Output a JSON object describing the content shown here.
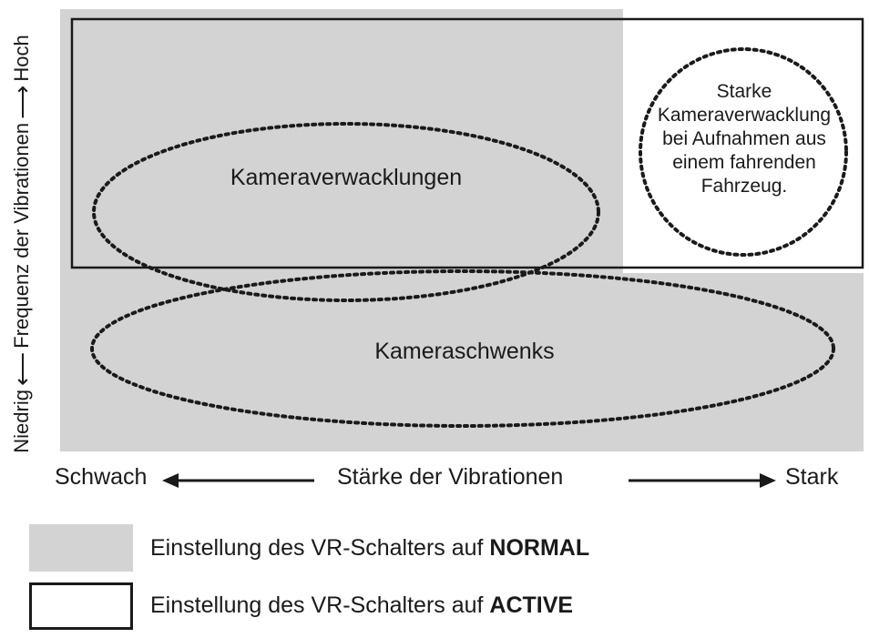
{
  "y_axis": {
    "low_label": "Niedrig",
    "title": "Frequenz der Vibrationen",
    "high_label": "Hoch"
  },
  "x_axis": {
    "low_label": "Schwach",
    "title": "Stärke der Vibrationen",
    "high_label": "Stark"
  },
  "regions": {
    "camera_shake": "Kameraverwacklungen",
    "panning": "Kameraschwenks",
    "vehicle_shake_lines": [
      "Starke",
      "Kameraverwacklung",
      "bei Aufnahmen aus",
      "einem fahrenden",
      "Fahrzeug."
    ]
  },
  "legend": {
    "normal_prefix": "Einstellung des VR-Schalters auf ",
    "normal_mode": "NORMAL",
    "active_prefix": "Einstellung des VR-Schalters auf ",
    "active_mode": "ACTIVE"
  },
  "colors": {
    "normal_fill": "#d3d3d3",
    "line": "#1a1a1a",
    "background": "#ffffff"
  }
}
